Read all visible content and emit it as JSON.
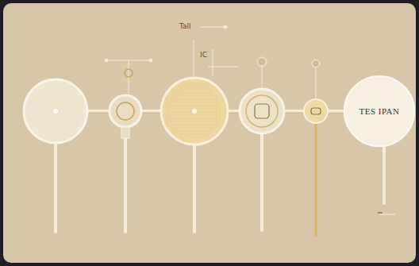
{
  "diagram": {
    "nodes": [
      {
        "text": [
          "TES IPAN"
        ]
      }
    ],
    "labels": [
      "Tall",
      "IC"
    ]
  }
}
